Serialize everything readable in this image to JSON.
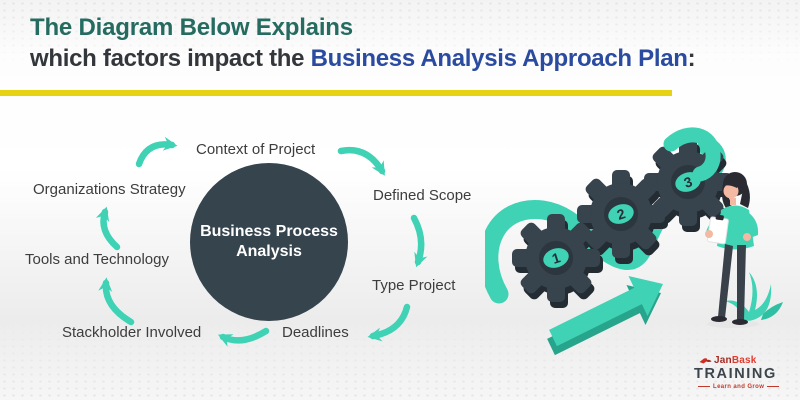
{
  "header": {
    "line1": "The Diagram Below Explains",
    "line2_prefix": "which factors impact the ",
    "line2_highlight": "Business Analysis Approach Plan",
    "line2_suffix": ":"
  },
  "diagram": {
    "center_line1": "Business Process",
    "center_line2": "Analysis",
    "factors": [
      {
        "label": "Context of Project"
      },
      {
        "label": "Defined Scope"
      },
      {
        "label": "Type Project"
      },
      {
        "label": "Deadlines"
      },
      {
        "label": "Stackholder Involved"
      },
      {
        "label": "Tools and Technology"
      },
      {
        "label": "Organizations Strategy"
      }
    ]
  },
  "illustration": {
    "gear_numbers": [
      "1",
      "2",
      "3"
    ]
  },
  "logo": {
    "brand_part1": "Jan",
    "brand_part2": "Bask",
    "title": "TRAINING",
    "tagline": "Learn and Grow"
  },
  "colors": {
    "teal_accent": "#3fd2b5",
    "circle_dark": "#35444d",
    "title_green": "#256b60",
    "title_blue": "#2a4b9f",
    "underline_yellow": "#e6d313",
    "gear_dark": "#37434d"
  }
}
